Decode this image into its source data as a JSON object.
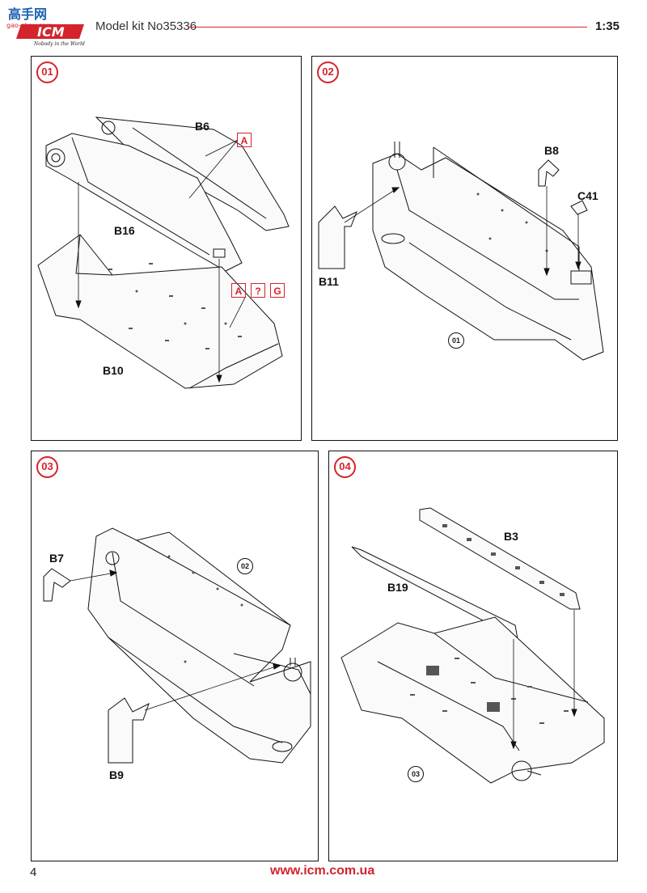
{
  "header": {
    "model": "Model kit No35336",
    "scale": "1:35",
    "logo": {
      "top_text": "高手网",
      "sub_text": "gao-shou.com",
      "brand": "ICM",
      "tagline": "Nobody in the World"
    }
  },
  "steps": [
    {
      "number": "01",
      "parts": [
        "B6",
        "B16",
        "B10"
      ],
      "paints_1": [
        "A"
      ],
      "paints_2": [
        "A",
        "?",
        "G"
      ]
    },
    {
      "number": "02",
      "parts": [
        "B8",
        "C41",
        "B11"
      ],
      "ref": "01"
    },
    {
      "number": "03",
      "parts": [
        "B7",
        "B9"
      ],
      "ref": "02"
    },
    {
      "number": "04",
      "parts": [
        "B3",
        "B19"
      ],
      "ref": "03"
    }
  ],
  "footer": {
    "page": "4",
    "url": "www.icm.com.ua"
  },
  "colors": {
    "accent": "#d4232b",
    "line": "#111111"
  }
}
